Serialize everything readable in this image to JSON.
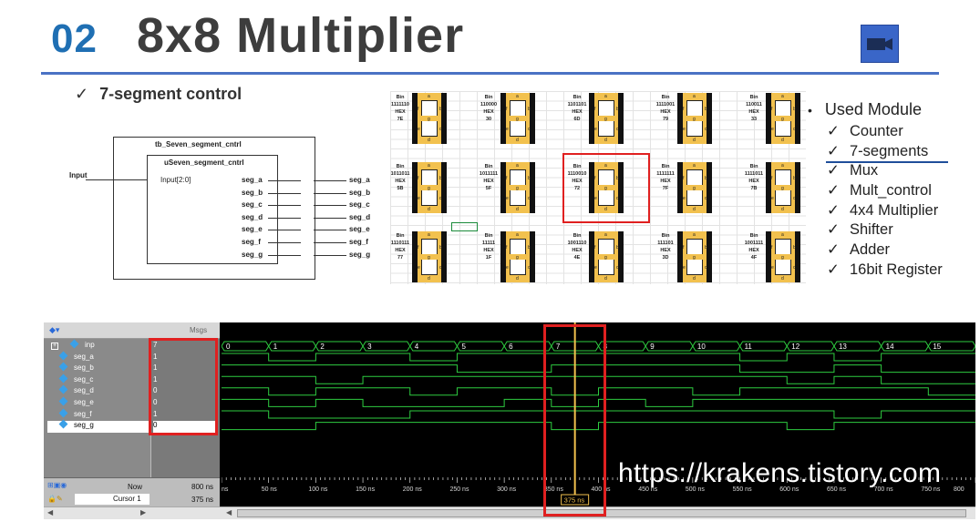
{
  "slide": {
    "number": "02",
    "title": "8x8 Multiplier",
    "subheading": "7-segment control",
    "check": "✓"
  },
  "diagram": {
    "outer": "tb_Seven_segment_cntrl",
    "inner": "uSeven_segment_cntrl",
    "input_outer": "Input",
    "input_inner": "Input[2:0]",
    "ports": [
      "seg_a",
      "seg_b",
      "seg_c",
      "seg_d",
      "seg_e",
      "seg_f",
      "seg_g"
    ]
  },
  "seg_table": {
    "bin_label": "Bin",
    "hex_label": "HEX",
    "seg_labels": [
      "a",
      "b",
      "c",
      "d",
      "e",
      "f",
      "g"
    ],
    "digits": [
      {
        "bin": "1111110",
        "hex": "7E"
      },
      {
        "bin": "110000",
        "hex": "30"
      },
      {
        "bin": "1101101",
        "hex": "6D"
      },
      {
        "bin": "1111001",
        "hex": "79"
      },
      {
        "bin": "110011",
        "hex": "33"
      },
      {
        "bin": "1011011",
        "hex": "5B"
      },
      {
        "bin": "1011111",
        "hex": "5F"
      },
      {
        "bin": "1110010",
        "hex": "72"
      },
      {
        "bin": "1111111",
        "hex": "7F"
      },
      {
        "bin": "1111011",
        "hex": "7B"
      },
      {
        "bin": "1110111",
        "hex": "77"
      },
      {
        "bin": "11111",
        "hex": "1F"
      },
      {
        "bin": "1001110",
        "hex": "4E"
      },
      {
        "bin": "111101",
        "hex": "3D"
      },
      {
        "bin": "1001111",
        "hex": "4F"
      }
    ]
  },
  "modules": {
    "title": "Used Module",
    "bullet": "•",
    "items": [
      "Counter",
      "7-segments",
      "Mux",
      "Mult_control",
      "4x4 Multiplier",
      "Shifter",
      "Adder",
      "16bit Register"
    ]
  },
  "wave": {
    "msgs_label": "Msgs",
    "signals": [
      {
        "name": "inp",
        "value": "7"
      },
      {
        "name": "seg_a",
        "value": "1"
      },
      {
        "name": "seg_b",
        "value": "1"
      },
      {
        "name": "seg_c",
        "value": "1"
      },
      {
        "name": "seg_d",
        "value": "0"
      },
      {
        "name": "seg_e",
        "value": "0"
      },
      {
        "name": "seg_f",
        "value": "1"
      },
      {
        "name": "seg_g",
        "value": "0"
      }
    ],
    "inp_sequence": [
      "0",
      "1",
      "2",
      "3",
      "4",
      "5",
      "6",
      "7",
      "8",
      "9",
      "10",
      "11",
      "12",
      "13",
      "14",
      "15"
    ],
    "now_label": "Now",
    "now_value": "800 ns",
    "cursor_label": "Cursor 1",
    "cursor_value": "375 ns",
    "cursor_marker": "375 ns",
    "time_ticks": [
      "ns",
      "50 ns",
      "100 ns",
      "150 ns",
      "200 ns",
      "250 ns",
      "300 ns",
      "350 ns",
      "400 ns",
      "450 ns",
      "500 ns",
      "550 ns",
      "600 ns",
      "650 ns",
      "700 ns",
      "750 ns",
      "800"
    ],
    "signal_color": "#2ecc40",
    "cursor_color": "#f2c14e"
  },
  "watermark": "https://krakens.tistory.com"
}
